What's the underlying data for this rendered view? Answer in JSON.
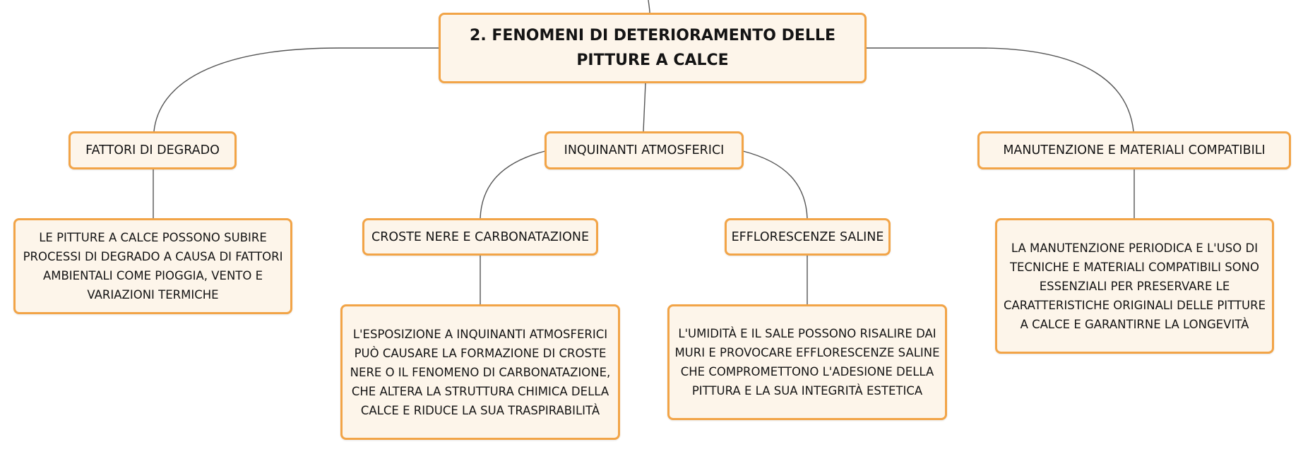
{
  "root": {
    "label": "2. FENOMENI DI DETERIORAMENTO DELLE PITTURE A CALCE"
  },
  "branches": [
    {
      "label": "FATTORI DI DEGRADO",
      "detail": "LE PITTURE A CALCE POSSONO SUBIRE PROCESSI DI DEGRADO A CAUSA DI FATTORI AMBIENTALI COME PIOGGIA, VENTO E VARIAZIONI TERMICHE"
    },
    {
      "label": "INQUINANTI ATMOSFERICI",
      "children": [
        {
          "label": "CROSTE NERE E CARBONATAZIONE",
          "detail": "L'ESPOSIZIONE A INQUINANTI ATMOSFERICI PUÒ CAUSARE LA FORMAZIONE DI CROSTE NERE O IL FENOMENO DI CARBONATAZIONE, CHE ALTERA LA STRUTTURA CHIMICA DELLA CALCE E RIDUCE LA SUA TRASPIRABILITÀ"
        },
        {
          "label": "EFFLORESCENZE SALINE",
          "detail": "L'UMIDITÀ E IL SALE POSSONO RISALIRE DAI MURI E PROVOCARE EFFLORESCENZE SALINE CHE COMPROMETTONO L'ADESIONE DELLA PITTURA E LA SUA INTEGRITÀ ESTETICA"
        }
      ]
    },
    {
      "label": "MANUTENZIONE E MATERIALI COMPATIBILI",
      "detail": "LA MANUTENZIONE PERIODICA E L'USO DI TECNICHE E MATERIALI COMPATIBILI SONO ESSENZIALI PER PRESERVARE LE CARATTERISTICHE ORIGINALI DELLE PITTURE A CALCE E GARANTIRNE LA LONGEVITÀ"
    }
  ],
  "colors": {
    "node_border": "#f2a447",
    "node_fill": "#fdf5ea",
    "connector": "#555555",
    "text": "#141414"
  }
}
